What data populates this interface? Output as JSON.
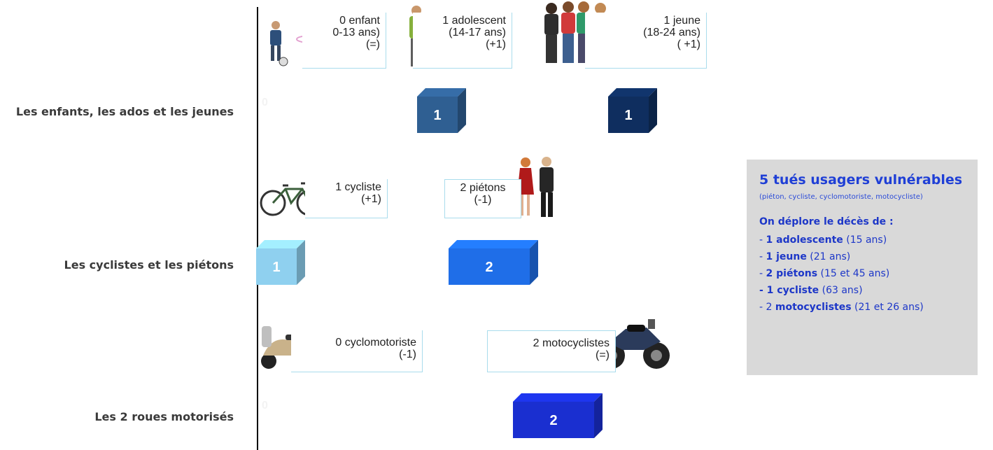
{
  "chart_data": {
    "type": "bar",
    "categories": [
      "Les enfants, les ados et les jeunes",
      "Les cyclistes et les piétons",
      "Les 2 roues motorisés"
    ],
    "zero_label": "0",
    "rows": [
      {
        "label": "Les enfants, les ados et les jeunes",
        "groups": [
          {
            "label": "0 enfant",
            "range": "0-13 ans)",
            "change": "(=)",
            "value": 0,
            "color": "#2f5f92"
          },
          {
            "label": "1 adolescent",
            "range": "(14-17 ans)",
            "change": "(+1)",
            "value": 1,
            "color": "#2f5f92"
          },
          {
            "label": "1 jeune",
            "range": "(18-24 ans)",
            "change": "( +1)",
            "value": 1,
            "color": "#0f2e5f"
          }
        ]
      },
      {
        "label": "Les cyclistes et les piétons",
        "groups": [
          {
            "label": "1 cycliste",
            "change": "(+1)",
            "value": 1,
            "color": "#8fd0ef"
          },
          {
            "label": "2 piétons",
            "change": "(-1)",
            "value": 2,
            "color": "#1f6ee8"
          }
        ]
      },
      {
        "label": "Les 2 roues motorisés",
        "groups": [
          {
            "label": "0 cyclomotoriste",
            "change": "(-1)",
            "value": 0,
            "color": "#1a2fd0"
          },
          {
            "label": "2 motocyclistes",
            "change": "(=)",
            "value": 2,
            "color": "#1a2fd0"
          }
        ]
      }
    ]
  },
  "panel": {
    "title": "5 tués usagers vulnérables",
    "subtitle": "(piéton, cycliste, cyclomotoriste, motocycliste)",
    "lead": "On déplore le décès de :",
    "items": [
      {
        "prefix": "- ",
        "strong": "1 adolescente",
        "rest": " (15 ans)"
      },
      {
        "prefix": "- ",
        "strong": "1 jeune",
        "rest": " (21 ans)"
      },
      {
        "prefix": "- ",
        "strong": "2 piétons",
        "rest": " (15 et 45 ans)"
      },
      {
        "prefix": "",
        "strong": "- 1 cycliste",
        "rest": " (63 ans)"
      },
      {
        "prefix": "- 2 ",
        "strong": "motocyclistes",
        "rest": " (21 et 26 ans)"
      }
    ]
  },
  "icons": {
    "children": "children-playing-icon",
    "teen": "teenager-icon",
    "youth": "young-people-group-icon",
    "bike": "bicycle-icon",
    "pedestrians": "pedestrian-couple-icon",
    "scooter": "scooter-icon",
    "motorbike": "motorcycle-icon"
  }
}
